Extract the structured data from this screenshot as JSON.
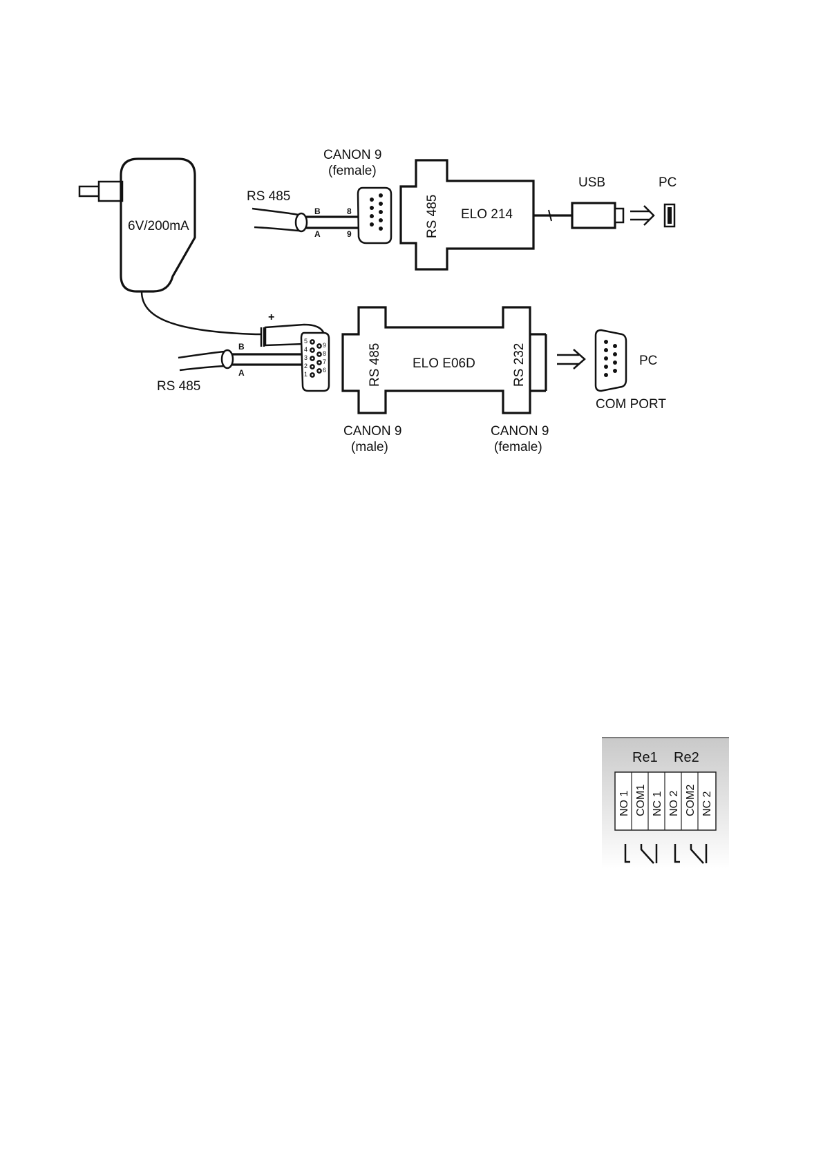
{
  "adapter": {
    "label": "6V/200mA"
  },
  "elo214": {
    "canon_title": "CANON 9",
    "canon_sub": "(female)",
    "rs485_cable": "RS 485",
    "wire_b": "B",
    "wire_a": "A",
    "pin_8": "8",
    "pin_9": "9",
    "side_label": "RS 485",
    "name": "ELO 214",
    "usb_label": "USB",
    "pc_label": "PC"
  },
  "eloe06d": {
    "plus": "+",
    "minus": "–",
    "wire_b": "B",
    "wire_a": "A",
    "rs485_cable": "RS 485",
    "pins": [
      "5",
      "4",
      "3",
      "2",
      "1",
      "9",
      "8",
      "7",
      "6"
    ],
    "left_label": "RS 485",
    "name": "ELO E06D",
    "right_label": "RS 232",
    "pc_label": "PC",
    "com_port": "COM PORT",
    "canon_left_title": "CANON 9",
    "canon_left_sub": "(male)",
    "canon_right_title": "CANON 9",
    "canon_right_sub": "(female)"
  },
  "relay": {
    "re1": "Re1",
    "re2": "Re2",
    "terminals": [
      "NO 1",
      "COM1",
      "NC 1",
      "NO 2",
      "COM2",
      "NC 2"
    ]
  }
}
